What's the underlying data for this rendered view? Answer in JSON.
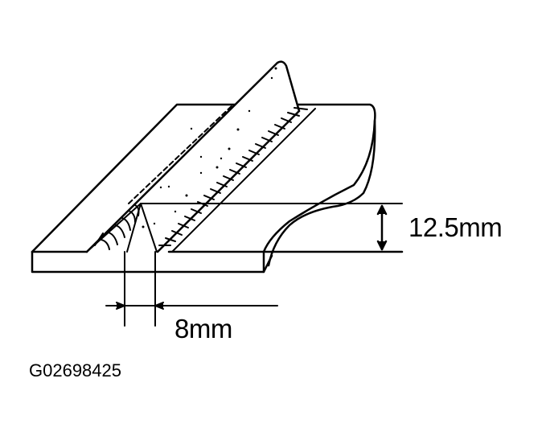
{
  "figure": {
    "id_label": "G02698425",
    "description": "Fillet weld joint between vertical plate and base plate, showing weld leg dimensions"
  },
  "dimensions": {
    "height_label": "12.5mm",
    "width_label": "8mm"
  },
  "colors": {
    "line": "#000000",
    "background": "#ffffff"
  }
}
